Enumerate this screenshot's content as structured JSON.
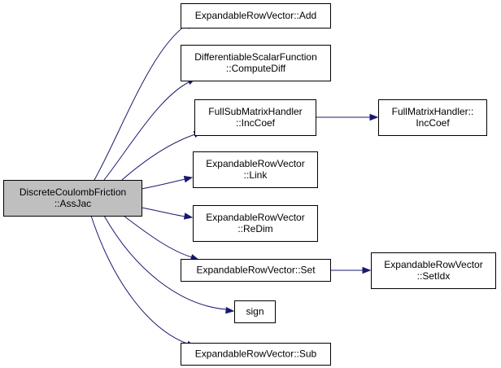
{
  "graph": {
    "nodes": [
      {
        "id": "root",
        "lines": [
          "DiscreteCoulombFriction",
          "::AssJac"
        ],
        "highlighted": true
      },
      {
        "id": "add",
        "lines": [
          "ExpandableRowVector::Add"
        ]
      },
      {
        "id": "computediff",
        "lines": [
          "DifferentiableScalarFunction",
          "::ComputeDiff"
        ]
      },
      {
        "id": "inccoef",
        "lines": [
          "FullSubMatrixHandler",
          "::IncCoef"
        ]
      },
      {
        "id": "fullinccoef",
        "lines": [
          "FullMatrixHandler::",
          "IncCoef"
        ]
      },
      {
        "id": "link",
        "lines": [
          "ExpandableRowVector",
          "::Link"
        ]
      },
      {
        "id": "redim",
        "lines": [
          "ExpandableRowVector",
          "::ReDim"
        ]
      },
      {
        "id": "set",
        "lines": [
          "ExpandableRowVector::Set"
        ]
      },
      {
        "id": "setidx",
        "lines": [
          "ExpandableRowVector",
          "::SetIdx"
        ]
      },
      {
        "id": "sign",
        "lines": [
          "sign"
        ]
      },
      {
        "id": "sub",
        "lines": [
          "ExpandableRowVector::Sub"
        ]
      }
    ],
    "edges": [
      {
        "from": "root",
        "to": "add"
      },
      {
        "from": "root",
        "to": "computediff"
      },
      {
        "from": "root",
        "to": "inccoef"
      },
      {
        "from": "inccoef",
        "to": "fullinccoef"
      },
      {
        "from": "root",
        "to": "link"
      },
      {
        "from": "root",
        "to": "redim"
      },
      {
        "from": "root",
        "to": "set"
      },
      {
        "from": "set",
        "to": "setidx"
      },
      {
        "from": "root",
        "to": "sign"
      },
      {
        "from": "root",
        "to": "sub"
      }
    ],
    "colors": {
      "edge": "#191970",
      "root_fill": "#bfbfbf",
      "node_fill": "#ffffff",
      "border": "#000000"
    }
  }
}
